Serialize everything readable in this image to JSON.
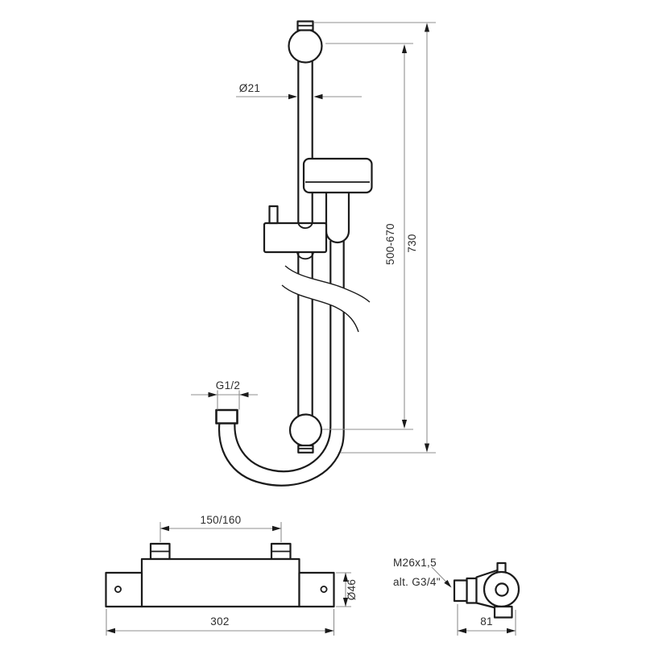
{
  "colors": {
    "outline": "#1b1b1b",
    "dimension_line": "#8f8f8f",
    "label_text": "#2d2d2d",
    "background": "#ffffff"
  },
  "views": {
    "shower_rail": {
      "dimensions": {
        "rail_diameter": "Ø21",
        "bracket_adjust_range": "500-670",
        "total_height": "730",
        "hose_connection_thread": "G1/2"
      }
    },
    "mixer_front": {
      "dimensions": {
        "inlet_centres": "150/160",
        "body_diameter": "Ø46",
        "overall_width": "302"
      }
    },
    "mixer_side": {
      "dimensions": {
        "depth": "81"
      },
      "annotations": {
        "outlet_thread": "M26x1,5",
        "outlet_thread_alt": "alt. G3/4\""
      }
    }
  }
}
